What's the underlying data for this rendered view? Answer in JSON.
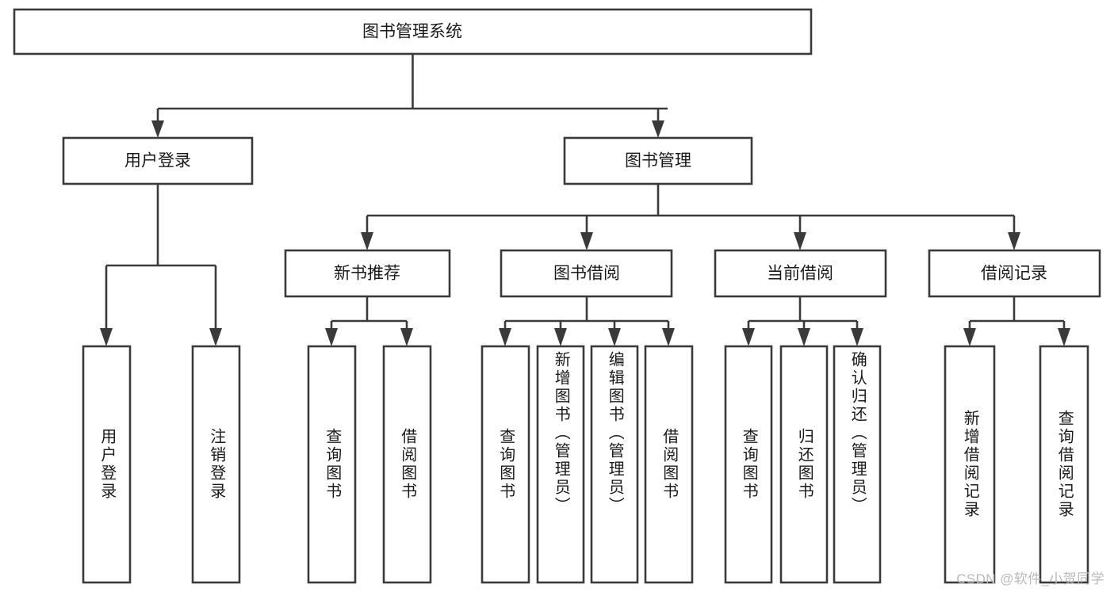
{
  "diagram": {
    "title": "图书管理系统",
    "watermark": "CSDN @软件_小贺同学",
    "type": "tree-hierarchy-diagram",
    "colors": {
      "box_stroke": "#3a3a3a",
      "box_fill": "#ffffff",
      "text": "#1a1a1a",
      "background": "#ffffff",
      "watermark": "#b9b9b9"
    },
    "root": {
      "id": "root",
      "label": "图书管理系统"
    },
    "level2": [
      {
        "id": "user-login",
        "label": "用户登录"
      },
      {
        "id": "book-management",
        "label": "图书管理"
      }
    ],
    "level3": [
      {
        "id": "new-book-recommend",
        "label": "新书推荐",
        "parent": "book-management"
      },
      {
        "id": "book-borrow",
        "label": "图书借阅",
        "parent": "book-management"
      },
      {
        "id": "current-borrow",
        "label": "当前借阅",
        "parent": "book-management"
      },
      {
        "id": "borrow-record",
        "label": "借阅记录",
        "parent": "book-management"
      }
    ],
    "leaves": [
      {
        "id": "leaf-user-login",
        "label": "用户登录",
        "parent": "user-login"
      },
      {
        "id": "leaf-logout-login",
        "label": "注销登录",
        "parent": "user-login"
      },
      {
        "id": "leaf-query-book-1",
        "label": "查询图书",
        "parent": "new-book-recommend"
      },
      {
        "id": "leaf-borrow-book-1",
        "label": "借阅图书",
        "parent": "new-book-recommend"
      },
      {
        "id": "leaf-query-book-2",
        "label": "查询图书",
        "parent": "book-borrow"
      },
      {
        "id": "leaf-add-book",
        "label": "新增图书（管理员）",
        "parent": "book-borrow"
      },
      {
        "id": "leaf-edit-book",
        "label": "编辑图书（管理员）",
        "parent": "book-borrow"
      },
      {
        "id": "leaf-borrow-book-2",
        "label": "借阅图书",
        "parent": "book-borrow"
      },
      {
        "id": "leaf-query-book-3",
        "label": "查询图书",
        "parent": "current-borrow"
      },
      {
        "id": "leaf-return-book",
        "label": "归还图书",
        "parent": "current-borrow"
      },
      {
        "id": "leaf-confirm-return",
        "label": "确认归还（管理员）",
        "parent": "current-borrow"
      },
      {
        "id": "leaf-add-record",
        "label": "新增借阅记录",
        "parent": "borrow-record"
      },
      {
        "id": "leaf-query-record",
        "label": "查询借阅记录",
        "parent": "borrow-record"
      }
    ]
  }
}
